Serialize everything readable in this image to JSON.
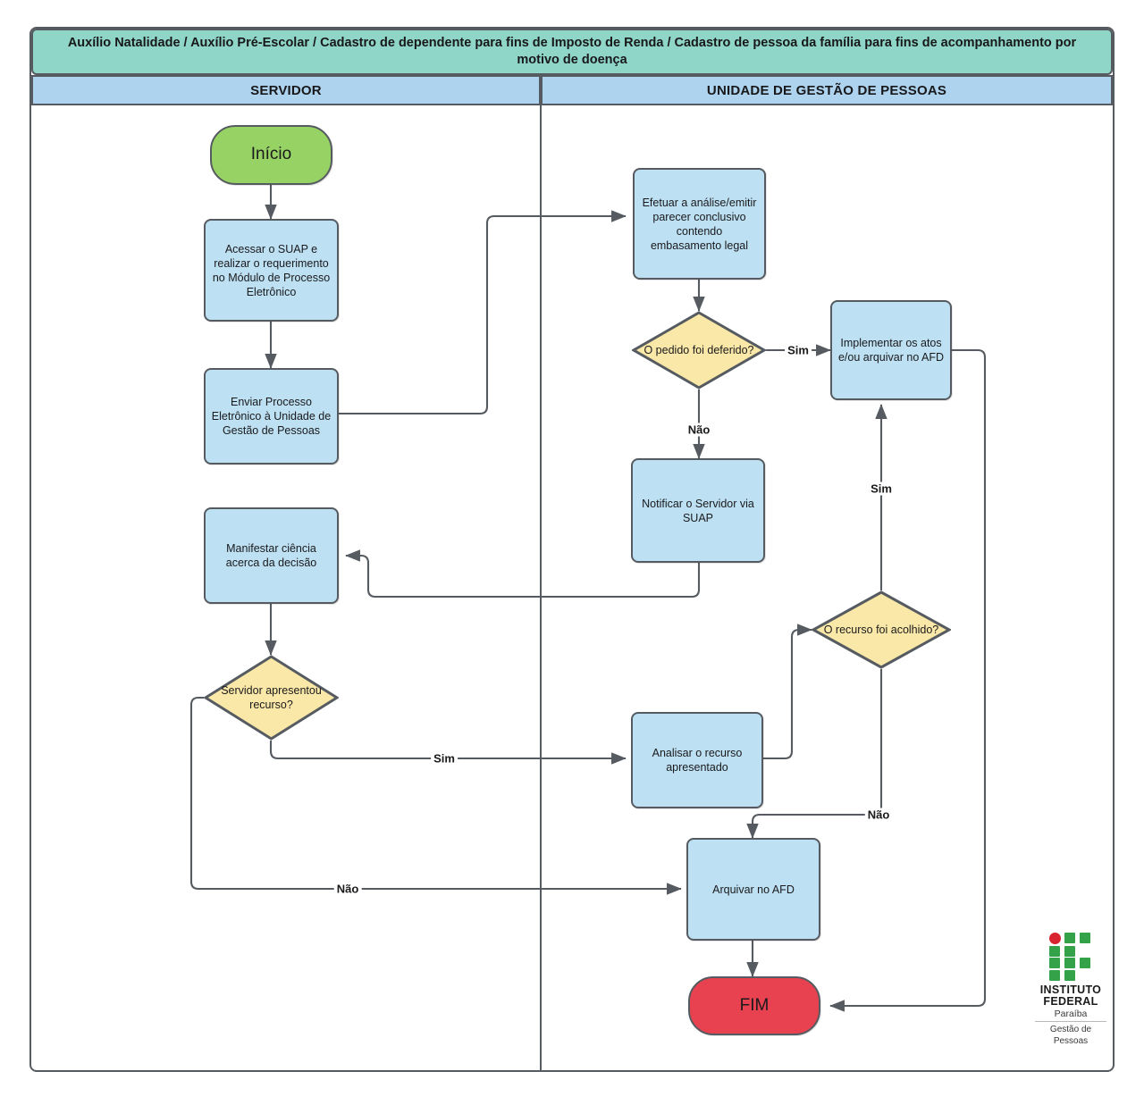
{
  "title": "Auxílio Natalidade / Auxílio Pré-Escolar / Cadastro de dependente para fins de Imposto de Renda / Cadastro de pessoa da família para fins de acompanhamento por motivo de doença",
  "lanes": [
    {
      "label": "SERVIDOR"
    },
    {
      "label": "UNIDADE DE GESTÃO DE PESSOAS"
    }
  ],
  "nodes": {
    "start": "Início",
    "acessar_suap": "Acessar o SUAP e realizar o requerimento no Módulo de Processo Eletrônico",
    "enviar_processo": "Enviar Processo Eletrônico à Unidade de Gestão de Pessoas",
    "efetuar_analise": "Efetuar a análise/emitir parecer conclusivo contendo embasamento legal",
    "pedido_deferido": "O pedido foi deferido?",
    "implementar_atos": "Implementar os atos e/ou arquivar no AFD",
    "notificar_servidor": "Notificar o Servidor via SUAP",
    "manifestar_ciencia": "Manifestar ciência acerca da decisão",
    "servidor_recurso": "Servidor apresentou recurso?",
    "recurso_acolhido": "O recurso foi acolhido?",
    "analisar_recurso": "Analisar o recurso apresentado",
    "arquivar_afd": "Arquivar no AFD",
    "end": "FIM"
  },
  "edge_labels": {
    "pedido_sim": "Sim",
    "pedido_nao": "Não",
    "recurso_sim": "Sim",
    "recurso_nao": "Não",
    "servidor_sim": "Sim",
    "servidor_nao": "Não"
  },
  "logo": {
    "line1": "INSTITUTO",
    "line2": "FEDERAL",
    "line3": "Paraíba",
    "line4": "Gestão de",
    "line5": "Pessoas"
  },
  "colors": {
    "title_band": "#8fd6c8",
    "lane_header": "#aed3ee",
    "process": "#bde0f3",
    "decision": "#fae8a8",
    "start": "#97d264",
    "end": "#e8414f",
    "stroke": "#555b60",
    "logo_green": "#33a248",
    "logo_red": "#d9232e"
  }
}
